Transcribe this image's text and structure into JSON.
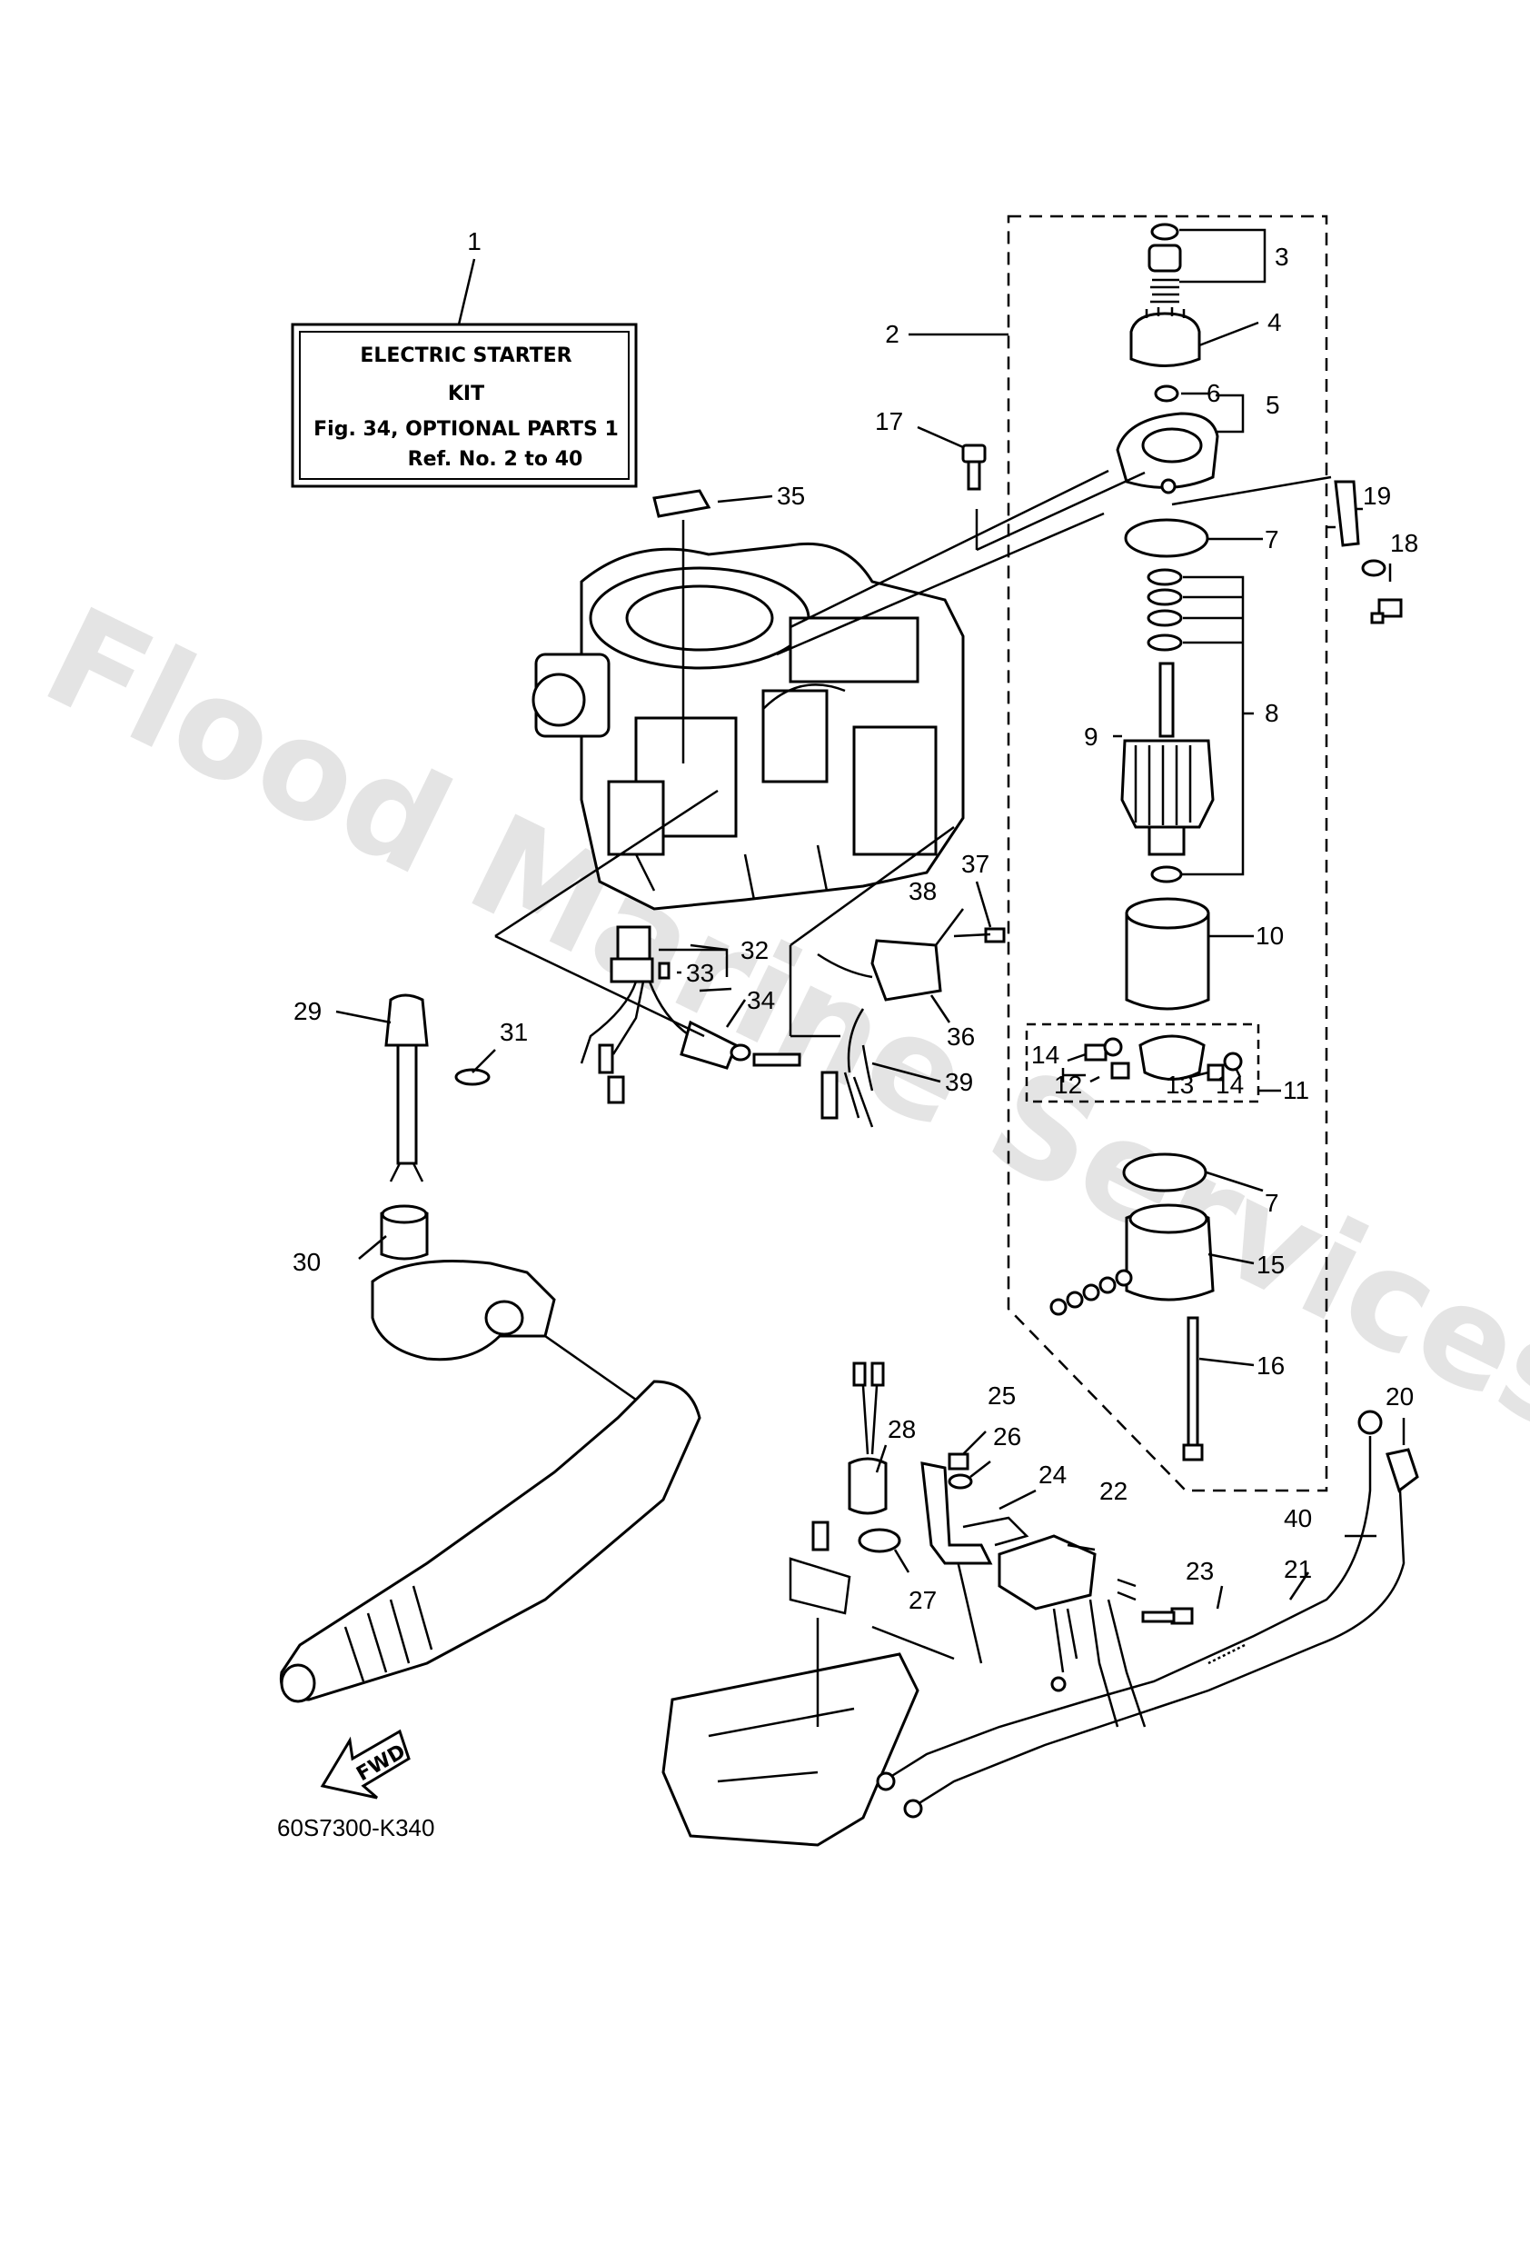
{
  "info_box": {
    "line1": "ELECTRIC STARTER",
    "line2": "KIT",
    "line3": "Fig. 34, OPTIONAL PARTS 1",
    "line4": "Ref. No. 2 to 40"
  },
  "watermark": "Flood Marine Services",
  "fwd_label": "FWD",
  "drawing_code": "60S7300-K340",
  "callouts": {
    "c1": "1",
    "c2": "2",
    "c3": "3",
    "c4": "4",
    "c5": "5",
    "c6": "6",
    "c7a": "7",
    "c7b": "7",
    "c8": "8",
    "c9": "9",
    "c10": "10",
    "c11": "11",
    "c12": "12",
    "c13": "13",
    "c14a": "14",
    "c14b": "14",
    "c15": "15",
    "c16": "16",
    "c17": "17",
    "c18": "18",
    "c19": "19",
    "c20": "20",
    "c21": "21",
    "c22": "22",
    "c23": "23",
    "c24": "24",
    "c25": "25",
    "c26": "26",
    "c27": "27",
    "c28": "28",
    "c29": "29",
    "c30": "30",
    "c31": "31",
    "c32": "32",
    "c33": "33",
    "c34": "34",
    "c35": "35",
    "c36": "36",
    "c37": "37",
    "c38": "38",
    "c39": "39",
    "c40": "40"
  }
}
